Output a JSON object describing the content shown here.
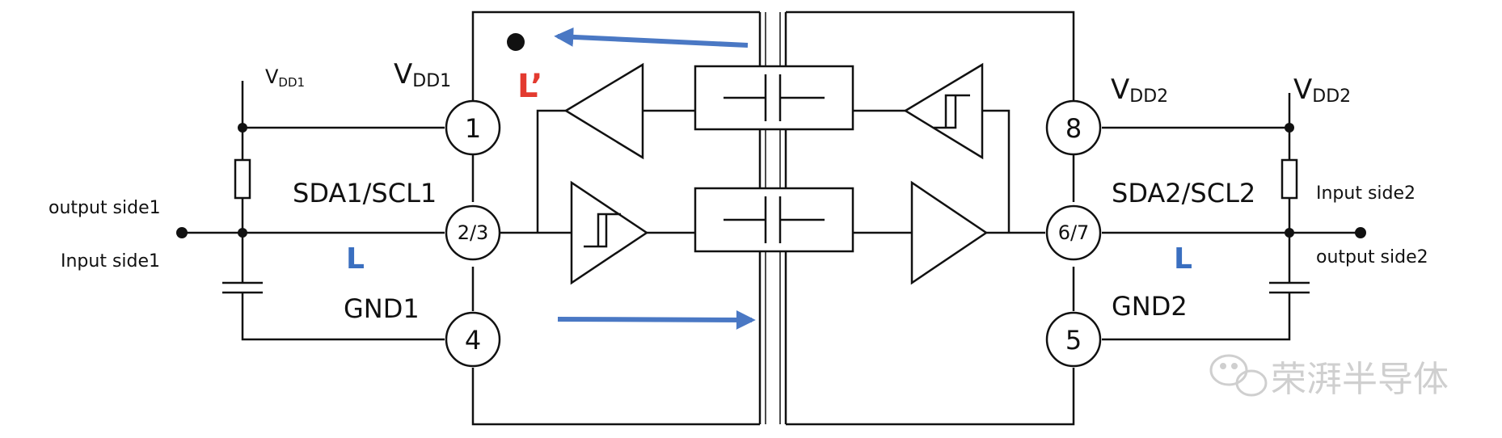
{
  "labels": {
    "vdd1_left": {
      "main": "V",
      "sub": "DD1"
    },
    "vdd1_pin": {
      "main": "V",
      "sub": "DD1"
    },
    "vdd2_pin": {
      "main": "V",
      "sub": "DD2"
    },
    "vdd2_right": {
      "main": "V",
      "sub": "DD2"
    },
    "sda1": "SDA1/SCL1",
    "sda2": "SDA2/SCL2",
    "gnd1": "GND1",
    "gnd2": "GND2",
    "output_side1": "output side1",
    "input_side1": "Input side1",
    "input_side2": "Input side2",
    "output_side2": "output side2",
    "l_left": "L",
    "l_right": "L",
    "l_prime": "L’"
  },
  "pins": {
    "p1": "1",
    "p23": "2/3",
    "p4": "4",
    "p8": "8",
    "p67": "6/7",
    "p5": "5"
  },
  "watermark": "荣湃半导体",
  "colors": {
    "line": "#111111",
    "arrow": "#4a78c4",
    "l_label": "#3a6fc0",
    "l_prime": "#e33a2f",
    "watermark": "#cfcfcf"
  }
}
